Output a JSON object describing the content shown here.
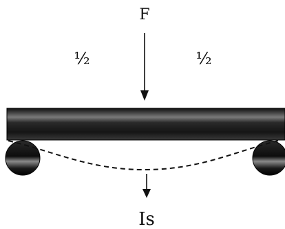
{
  "force_label": "F",
  "left_half_label": "½",
  "right_half_label": "½",
  "deflection_label": "Is",
  "colors": {
    "stroke": "#111111",
    "beam_dark": "#1a1a1a",
    "beam_light": "#8a8a8a",
    "support_dark": "#111111",
    "support_light": "#9a9a9a",
    "background": "#ffffff"
  }
}
